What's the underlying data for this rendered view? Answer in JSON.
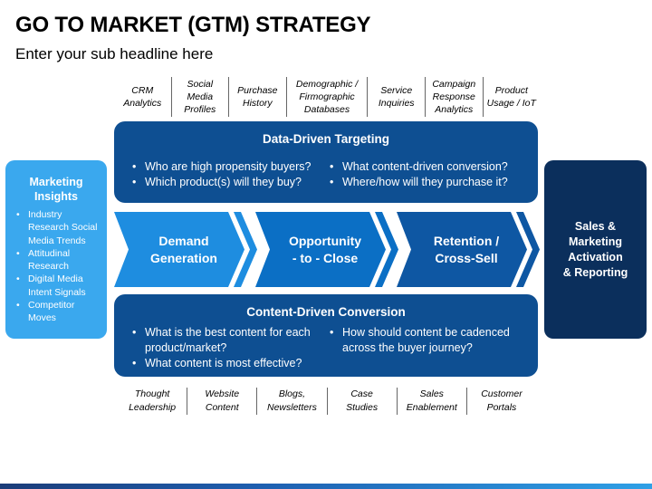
{
  "header": {
    "title": "GO TO MARKET (GTM) STRATEGY",
    "subtitle": "Enter your sub headline here"
  },
  "sources": [
    [
      "CRM",
      "Analytics"
    ],
    [
      "Social",
      "Media",
      "Profiles"
    ],
    [
      "Purchase",
      "History"
    ],
    [
      "Demographic /",
      "Firmographic",
      "Databases"
    ],
    [
      "Service",
      "Inquiries"
    ],
    [
      "Campaign",
      "Response",
      "Analytics"
    ],
    [
      "Product",
      "Usage / IoT"
    ]
  ],
  "data_driven": {
    "title": "Data-Driven Targeting",
    "col1": [
      "Who are high propensity buyers?",
      "Which product(s) will they buy?"
    ],
    "col2": [
      "What content-driven conversion?",
      "Where/how will they purchase it?"
    ]
  },
  "marketing_insights": {
    "title": "Marketing Insights",
    "items": [
      "Industry Research Social Media Trends",
      "Attitudinal Research",
      "Digital Media Intent Signals",
      "Competitor Moves"
    ]
  },
  "stages": [
    {
      "line1": "Demand",
      "line2": "Generation"
    },
    {
      "line1": "Opportunity",
      "line2": "- to - Close"
    },
    {
      "line1": "Retention /",
      "line2": "Cross-Sell"
    }
  ],
  "sales_marketing": {
    "lines": [
      "Sales &",
      "Marketing",
      "Activation",
      "& Reporting"
    ]
  },
  "content_driven": {
    "title": "Content-Driven Conversion",
    "col1": [
      "What is the best content for each product/market?",
      "What content is most effective?"
    ],
    "col2": [
      "How should content be cadenced across the buyer journey?"
    ]
  },
  "outputs": [
    [
      "Thought",
      "Leadership"
    ],
    [
      "Website",
      "Content"
    ],
    [
      "Blogs,",
      "Newsletters"
    ],
    [
      "Case",
      "Studies"
    ],
    [
      "Sales",
      "Enablement"
    ],
    [
      "Customer",
      "Portals"
    ]
  ],
  "colors": {
    "dark_blue": "#0e4f92",
    "navy": "#0b2f5c",
    "light_blue": "#3aa8ee",
    "chevron_1": "#1e8de0",
    "chevron_2": "#0b6fc5",
    "chevron_3": "#0e57a3"
  }
}
